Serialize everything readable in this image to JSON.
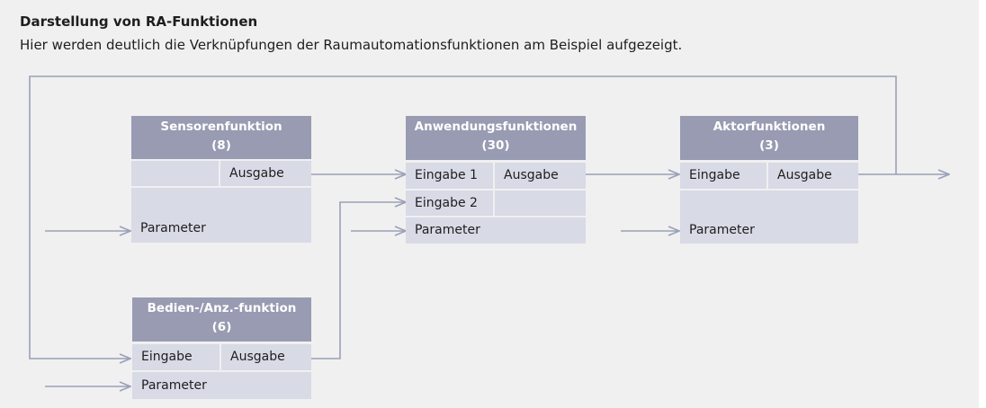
{
  "header": {
    "title": "Darstellung von RA-Funktionen",
    "subtitle": "Hier werden deutlich die Verknüpfungen der Raumautomationsfunktionen am Beispiel aufgezeigt."
  },
  "boxes": {
    "sensor": {
      "title": "Sensorenfunktion",
      "count": "(8)",
      "output": "Ausgabe",
      "parameter": "Parameter"
    },
    "application": {
      "title": "Anwendungsfunktionen",
      "count": "(30)",
      "input1": "Eingabe 1",
      "input2": "Eingabe 2",
      "output": "Ausgabe",
      "parameter": "Parameter"
    },
    "actuator": {
      "title": "Aktorfunktionen",
      "count": "(3)",
      "input": "Eingabe",
      "output": "Ausgabe",
      "parameter": "Parameter"
    },
    "operator": {
      "title": "Bedien-/Anz.-funktion",
      "count": "(6)",
      "input": "Eingabe",
      "output": "Ausgabe",
      "parameter": "Parameter"
    }
  },
  "colors": {
    "panel_background": "#f0f0f0",
    "box_header": "#989bb1",
    "box_cell": "#d8dae6",
    "arrow": "#9aa0b8"
  }
}
